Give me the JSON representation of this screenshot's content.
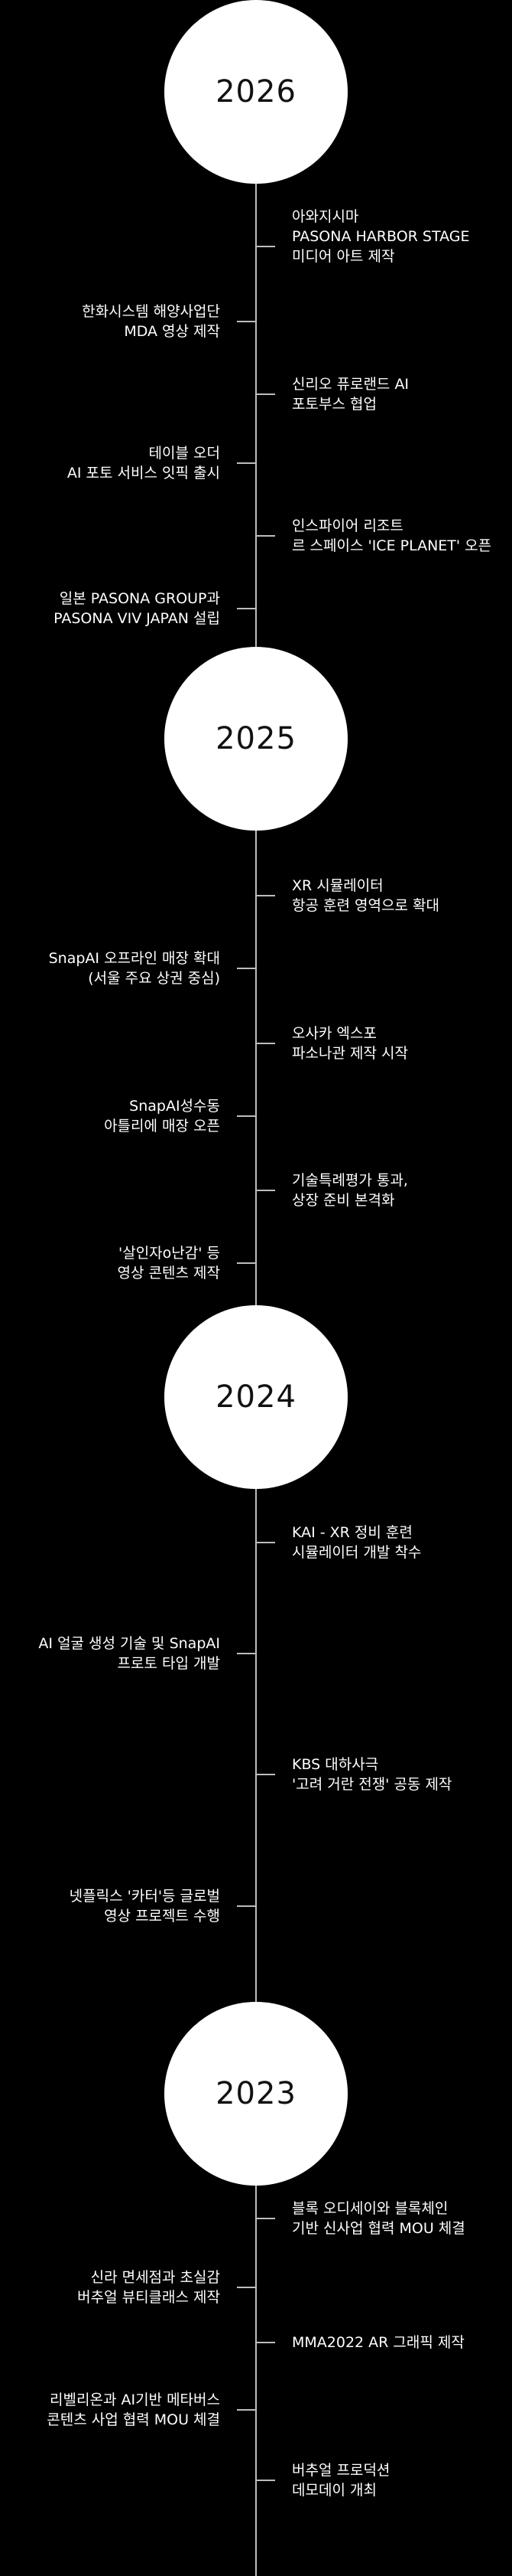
{
  "years": [
    {
      "year": "2026",
      "events": [
        {
          "side": "right",
          "lines": [
            "아와지시마",
            "PASONA HARBOR STAGE",
            "미디어 아트 제작"
          ]
        },
        {
          "side": "left",
          "lines": [
            "한화시스템 해양사업단",
            "MDA 영상 제작"
          ]
        },
        {
          "side": "right",
          "lines": [
            "신리오 퓨로랜드 AI",
            "포토부스 협업"
          ]
        },
        {
          "side": "left",
          "lines": [
            "테이블 오더",
            "AI 포토 서비스 잇픽 출시"
          ]
        },
        {
          "side": "right",
          "lines": [
            "인스파이어 리조트",
            "르 스페이스 'ICE PLANET' 오픈"
          ]
        },
        {
          "side": "left",
          "lines": [
            "일본 PASONA GROUP과",
            "PASONA VIV JAPAN 설립"
          ]
        }
      ]
    },
    {
      "year": "2025",
      "events": [
        {
          "side": "right",
          "lines": [
            "XR 시뮬레이터",
            "항공 훈련 영역으로 확대"
          ]
        },
        {
          "side": "left",
          "lines": [
            "SnapAI 오프라인 매장 확대",
            "(서울 주요 상권 중심)"
          ]
        },
        {
          "side": "right",
          "lines": [
            "오사카 엑스포",
            "파소나관 제작 시작"
          ]
        },
        {
          "side": "left",
          "lines": [
            "SnapAI성수동",
            "아틀리에 매장 오픈"
          ]
        },
        {
          "side": "right",
          "lines": [
            "기술특례평가 통과,",
            "상장 준비 본격화"
          ]
        },
        {
          "side": "left",
          "lines": [
            "'살인자o난감' 등",
            "영상 콘텐츠 제작"
          ]
        }
      ]
    },
    {
      "year": "2024",
      "events": [
        {
          "side": "right",
          "lines": [
            "KAI - XR 정비 훈련",
            "시뮬레이터 개발 착수"
          ]
        },
        {
          "side": "left",
          "lines": [
            "AI 얼굴 생성 기술 및 SnapAI",
            "프로토 타입 개발"
          ]
        },
        {
          "side": "right",
          "lines": [
            "KBS 대하사극",
            "'고려 거란 전쟁' 공동 제작"
          ]
        },
        {
          "side": "left",
          "lines": [
            "넷플릭스 '카터'등 글로벌",
            "영상 프로젝트 수행"
          ]
        }
      ]
    },
    {
      "year": "2023",
      "events": [
        {
          "side": "right",
          "lines": [
            "블록 오디세이와 블록체인",
            "기반 신사업 협력 MOU 체결"
          ]
        },
        {
          "side": "left",
          "lines": [
            "신라 면세점과 초실감",
            "버추얼 뷰티클래스 제작"
          ]
        },
        {
          "side": "right",
          "lines": [
            "MMA2022 AR 그래픽 제작"
          ]
        },
        {
          "side": "left",
          "lines": [
            "리벨리온과 AI기반 메타버스",
            "콘텐츠 사업 협력 MOU 체결"
          ]
        },
        {
          "side": "right",
          "lines": [
            "버추얼 프로덕션",
            "데모데이 개최"
          ]
        }
      ]
    }
  ]
}
